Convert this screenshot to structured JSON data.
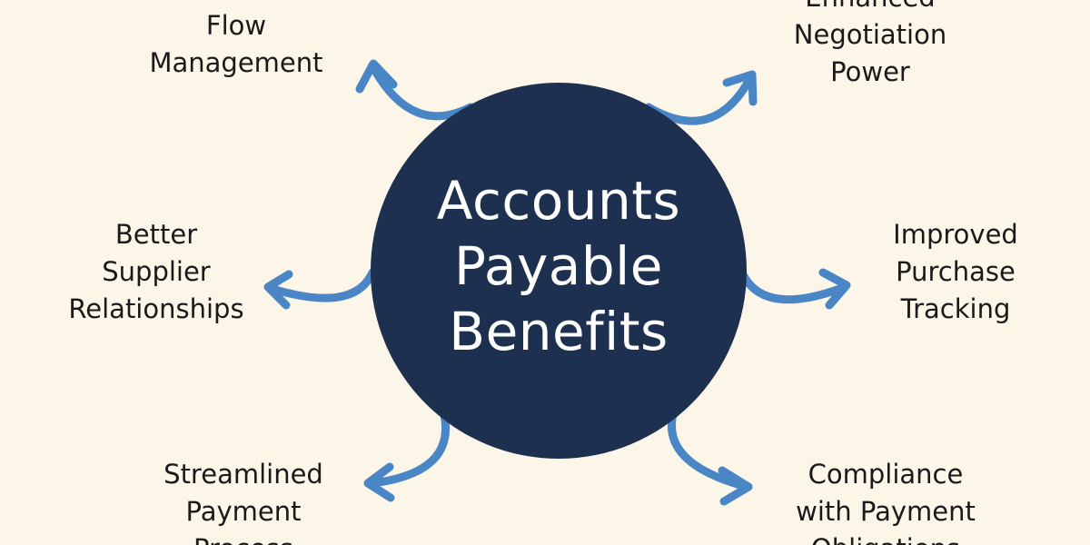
{
  "hub": {
    "lines": [
      "Accounts",
      "Payable",
      "Benefits"
    ]
  },
  "benefits": [
    {
      "id": "flow-management",
      "lines": [
        "Flow",
        "Management"
      ]
    },
    {
      "id": "enhanced-negotiation-power",
      "lines": [
        "Enhanced",
        "Negotiation",
        "Power"
      ]
    },
    {
      "id": "better-supplier-relationships",
      "lines": [
        "Better",
        "Supplier",
        "Relationships"
      ]
    },
    {
      "id": "improved-purchase-tracking",
      "lines": [
        "Improved",
        "Purchase",
        "Tracking"
      ]
    },
    {
      "id": "streamlined-payment-process",
      "lines": [
        "Streamlined",
        "Payment",
        "Process"
      ]
    },
    {
      "id": "compliance-with-payment-obligations",
      "lines": [
        "Compliance",
        "with Payment",
        "Obligations"
      ]
    }
  ],
  "colors": {
    "background": "#fbf6e8",
    "hub": "#1e3050",
    "hub_text": "#ffffff",
    "arrow": "#4a86c6",
    "label_text": "#1a1a1a"
  }
}
